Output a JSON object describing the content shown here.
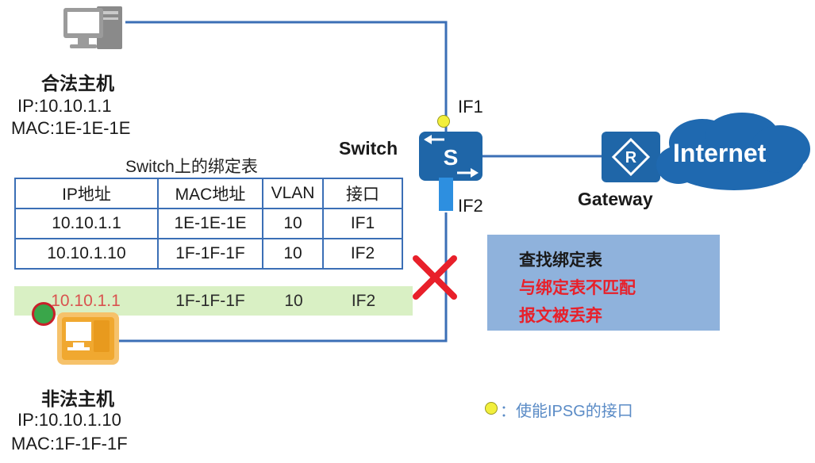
{
  "legit_host": {
    "name": "合法主机",
    "ip": "IP:10.10.1.1",
    "mac": "MAC:1E-1E-1E",
    "icon": "desktop-computer-icon"
  },
  "illegal_host": {
    "name": "非法主机",
    "ip": "IP:10.10.1.10",
    "mac": "MAC:1F-1F-1F",
    "icon": "desktop-computer-icon"
  },
  "switch": {
    "label": "Switch",
    "glyph": "S"
  },
  "ports": {
    "if1": "IF1",
    "if2": "IF2"
  },
  "gateway": {
    "label": "Gateway",
    "glyph": "R"
  },
  "internet": {
    "label": "Internet"
  },
  "binding_table": {
    "title": "Switch上的绑定表",
    "headers": [
      "IP地址",
      "MAC地址",
      "VLAN",
      "接口"
    ],
    "rows": [
      [
        "10.10.1.1",
        "1E-1E-1E",
        "10",
        "IF1"
      ],
      [
        "10.10.1.10",
        "1F-1F-1F",
        "10",
        "IF2"
      ]
    ]
  },
  "spoofed_packet": {
    "ip": "10.10.1.1",
    "mac": "1F-1F-1F",
    "vlan": "10",
    "interface": "IF2"
  },
  "result_box": {
    "line1": "查找绑定表",
    "line2": "与绑定表不匹配",
    "line3": "报文被丢弃"
  },
  "legend": {
    "text": "：使能IPSG的接口"
  },
  "colors": {
    "wire": "#3b6fb6",
    "ipsg_dot": "#f2ef3c",
    "drop_x": "#e8202a",
    "result_highlight": "#e8202a",
    "device_blue": "#1f66a8",
    "cloud_blue": "#1f69b0"
  }
}
